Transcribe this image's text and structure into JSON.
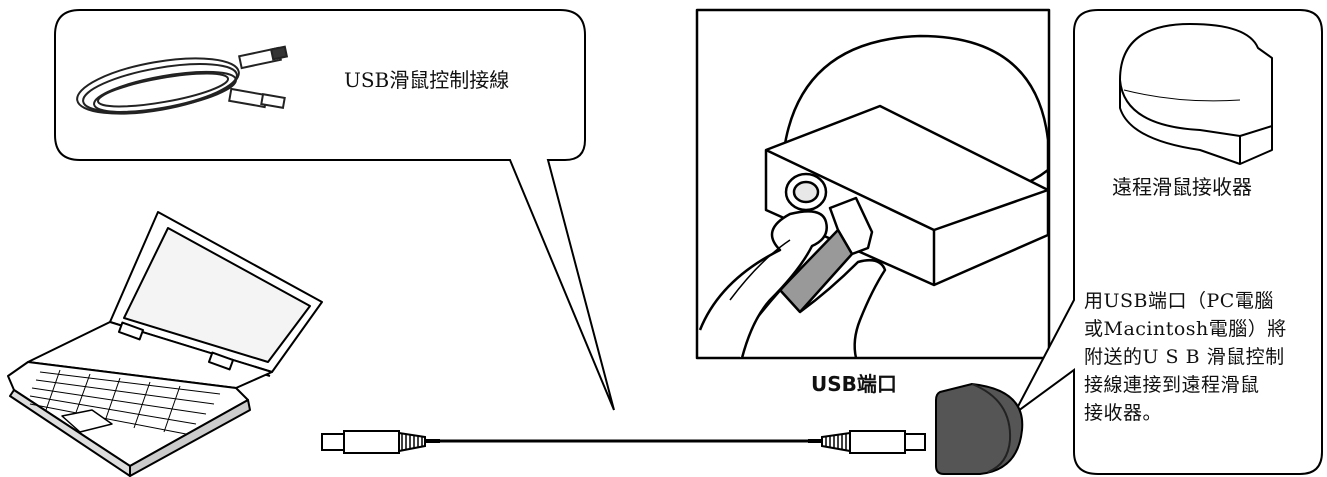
{
  "labels": {
    "cable": "USB滑鼠控制接線",
    "receiver": "遠程滑鼠接收器",
    "port": "USB端口"
  },
  "instruction_lines": [
    "用USB端口（PC電腦",
    "或Macintosh電腦）將",
    "附送的U S B 滑鼠控制",
    "接線連接到遠程滑鼠",
    "接收器。"
  ],
  "colors": {
    "line": "#000000",
    "receiver_body": "#555555",
    "panel": "#ffffff"
  }
}
